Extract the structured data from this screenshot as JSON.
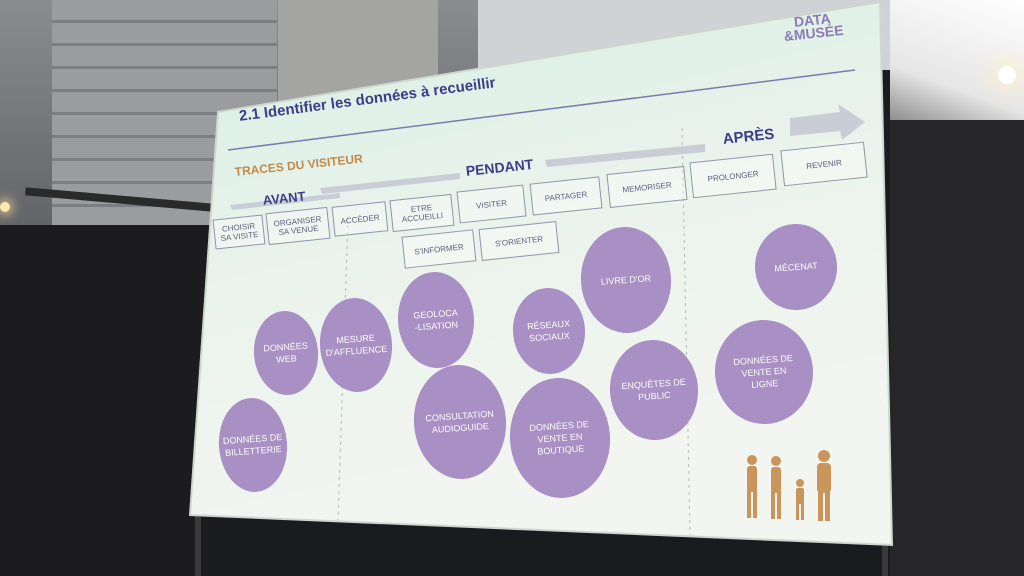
{
  "slide": {
    "logo_line1": "DATA",
    "logo_line2": "&MUSÉE",
    "title": "2.1 Identifier les données à recueillir",
    "traces_label": "TRACES DU VISITEUR",
    "phase_avant": "AVANT",
    "phase_pendant": "PENDANT",
    "phase_apres": "APRÈS",
    "steps": [
      {
        "line1": "CHOISIR",
        "line2": "SA VISITE"
      },
      {
        "line1": "ORGANISER",
        "line2": "SA VENUE"
      },
      {
        "line1": "ACCÉDER",
        "line2": ""
      },
      {
        "line1": "ETRE",
        "line2": "ACCUEILLI"
      },
      {
        "line1": "VISITER",
        "line2": ""
      },
      {
        "line1": "PARTAGER",
        "line2": ""
      },
      {
        "line1": "MEMORISER",
        "line2": ""
      },
      {
        "line1": "PROLONGER",
        "line2": ""
      },
      {
        "line1": "REVENIR",
        "line2": ""
      }
    ],
    "substeps": [
      {
        "label": "S'INFORMER"
      },
      {
        "label": "S'ORIENTER"
      }
    ],
    "bubbles": [
      {
        "line1": "DONNÉES",
        "line2": "WEB",
        "line3": ""
      },
      {
        "line1": "MESURE",
        "line2": "D'AFFLUENCE",
        "line3": ""
      },
      {
        "line1": "GEOLOCA",
        "line2": "-LISATION",
        "line3": ""
      },
      {
        "line1": "RÉSEAUX",
        "line2": "SOCIAUX",
        "line3": ""
      },
      {
        "line1": "LIVRE D'OR",
        "line2": "",
        "line3": ""
      },
      {
        "line1": "MÉCENAT",
        "line2": "",
        "line3": ""
      },
      {
        "line1": "DONNÉES DE",
        "line2": "VENTE EN",
        "line3": "LIGNE"
      },
      {
        "line1": "ENQUÊTES DE",
        "line2": "PUBLIC",
        "line3": ""
      },
      {
        "line1": "DONNÉES DE",
        "line2": "VENTE EN",
        "line3": "BOUTIQUE"
      },
      {
        "line1": "CONSULTATION",
        "line2": "AUDIOGUIDE",
        "line3": ""
      },
      {
        "line1": "DONNÉES DE",
        "line2": "BILLETTERIE",
        "line3": ""
      }
    ],
    "colors": {
      "bubble": "#a88fc4",
      "title": "#3c3d8a",
      "traces": "#c28a4a",
      "family": "#c9955a"
    }
  }
}
